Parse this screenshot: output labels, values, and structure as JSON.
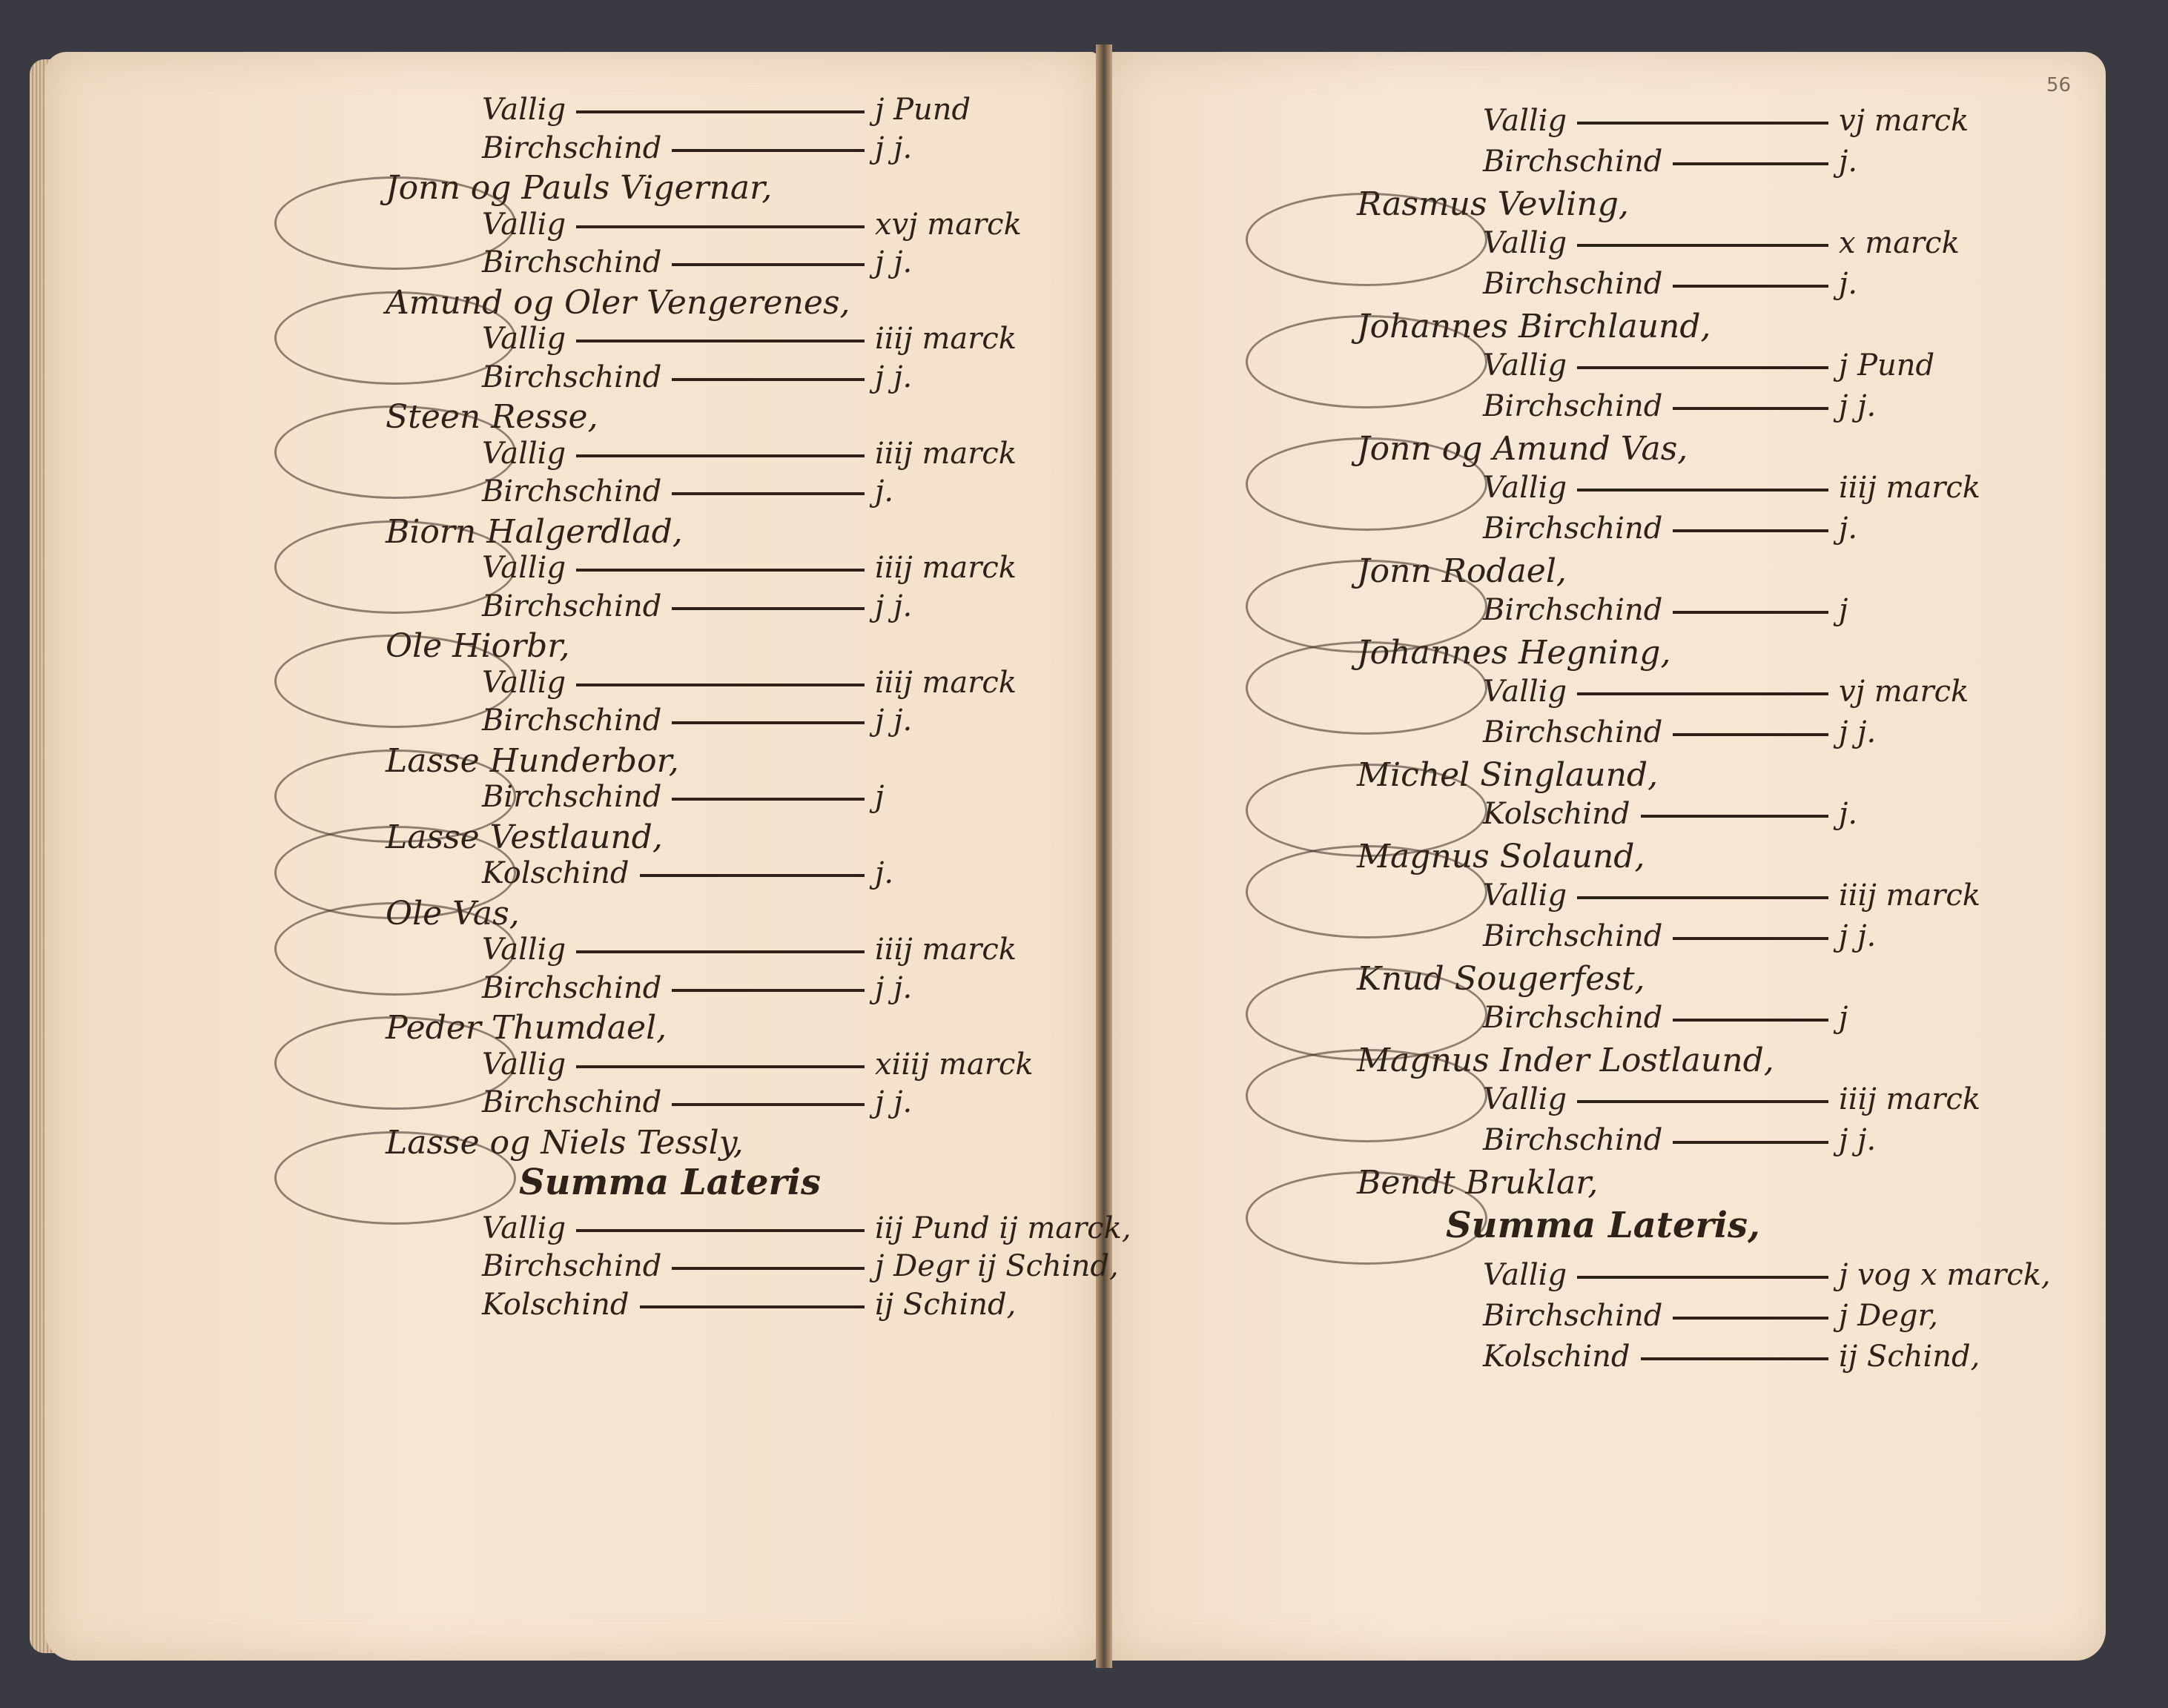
{
  "folio": "56",
  "left_page": {
    "lines": [
      {
        "label": "Vallig",
        "value": "j Pund",
        "kind": "item"
      },
      {
        "label": "Birchschind",
        "value": "j j.",
        "kind": "item"
      },
      {
        "label": "Jonn og Pauls Vigernar,",
        "kind": "head"
      },
      {
        "label": "Vallig",
        "value": "xvj marck",
        "kind": "item"
      },
      {
        "label": "Birchschind",
        "value": "j j.",
        "kind": "item"
      },
      {
        "label": "Amund og Oler Vengerenes,",
        "kind": "head"
      },
      {
        "label": "Vallig",
        "value": "iiij marck",
        "kind": "item"
      },
      {
        "label": "Birchschind",
        "value": "j j.",
        "kind": "item"
      },
      {
        "label": "Steen Resse,",
        "kind": "head"
      },
      {
        "label": "Vallig",
        "value": "iiij marck",
        "kind": "item"
      },
      {
        "label": "Birchschind",
        "value": "j.",
        "kind": "item"
      },
      {
        "label": "Biorn Halgerdlad,",
        "kind": "head"
      },
      {
        "label": "Vallig",
        "value": "iiij marck",
        "kind": "item"
      },
      {
        "label": "Birchschind",
        "value": "j j.",
        "kind": "item"
      },
      {
        "label": "Ole Hiorbr,",
        "kind": "head"
      },
      {
        "label": "Vallig",
        "value": "iiij marck",
        "kind": "item"
      },
      {
        "label": "Birchschind",
        "value": "j j.",
        "kind": "item"
      },
      {
        "label": "Lasse Hunderbor,",
        "kind": "head"
      },
      {
        "label": "Birchschind",
        "value": "j",
        "kind": "item"
      },
      {
        "label": "Lasse Vestlaund,",
        "kind": "head"
      },
      {
        "label": "Kolschind",
        "value": "j.",
        "kind": "item"
      },
      {
        "label": "Ole Vas,",
        "kind": "head"
      },
      {
        "label": "Vallig",
        "value": "iiij marck",
        "kind": "item"
      },
      {
        "label": "Birchschind",
        "value": "j j.",
        "kind": "item"
      },
      {
        "label": "Peder Thumdael,",
        "kind": "head"
      },
      {
        "label": "Vallig",
        "value": "xiiij marck",
        "kind": "item"
      },
      {
        "label": "Birchschind",
        "value": "j j.",
        "kind": "item"
      },
      {
        "label": "Lasse og Niels Tessly,",
        "kind": "head"
      },
      {
        "label": "Summa Lateris",
        "kind": "summa"
      },
      {
        "label": "Vallig",
        "value": "iij Pund ij marck,",
        "kind": "item"
      },
      {
        "label": "Birchschind",
        "value": "j Degr ij Schind,",
        "kind": "item"
      },
      {
        "label": "Kolschind",
        "value": "ij Schind,",
        "kind": "item"
      }
    ]
  },
  "right_page": {
    "lines": [
      {
        "label": "Vallig",
        "value": "vj marck",
        "kind": "item"
      },
      {
        "label": "Birchschind",
        "value": "j.",
        "kind": "item"
      },
      {
        "label": "Rasmus Vevling,",
        "kind": "head"
      },
      {
        "label": "Vallig",
        "value": "x marck",
        "kind": "item"
      },
      {
        "label": "Birchschind",
        "value": "j.",
        "kind": "item"
      },
      {
        "label": "Johannes Birchlaund,",
        "kind": "head"
      },
      {
        "label": "Vallig",
        "value": "j Pund",
        "kind": "item"
      },
      {
        "label": "Birchschind",
        "value": "j j.",
        "kind": "item"
      },
      {
        "label": "Jonn og Amund Vas,",
        "kind": "head"
      },
      {
        "label": "Vallig",
        "value": "iiij marck",
        "kind": "item"
      },
      {
        "label": "Birchschind",
        "value": "j.",
        "kind": "item"
      },
      {
        "label": "Jonn Rodael,",
        "kind": "head"
      },
      {
        "label": "Birchschind",
        "value": "j",
        "kind": "item"
      },
      {
        "label": "Johannes Hegning,",
        "kind": "head"
      },
      {
        "label": "Vallig",
        "value": "vj marck",
        "kind": "item"
      },
      {
        "label": "Birchschind",
        "value": "j j.",
        "kind": "item"
      },
      {
        "label": "Michel Singlaund,",
        "kind": "head"
      },
      {
        "label": "Kolschind",
        "value": "j.",
        "kind": "item"
      },
      {
        "label": "Magnus Solaund,",
        "kind": "head"
      },
      {
        "label": "Vallig",
        "value": "iiij marck",
        "kind": "item"
      },
      {
        "label": "Birchschind",
        "value": "j j.",
        "kind": "item"
      },
      {
        "label": "Knud Sougerfest,",
        "kind": "head"
      },
      {
        "label": "Birchschind",
        "value": "j",
        "kind": "item"
      },
      {
        "label": "Magnus Inder Lostlaund,",
        "kind": "head"
      },
      {
        "label": "Vallig",
        "value": "iiij marck",
        "kind": "item"
      },
      {
        "label": "Birchschind",
        "value": "j j.",
        "kind": "item"
      },
      {
        "label": "Bendt Bruklar,",
        "kind": "head"
      },
      {
        "label": "Summa Lateris,",
        "kind": "summa"
      },
      {
        "label": "Vallig",
        "value": "j vog x marck,",
        "kind": "item"
      },
      {
        "label": "Birchschind",
        "value": "j Degr,",
        "kind": "item"
      },
      {
        "label": "Kolschind",
        "value": "ij Schind,",
        "kind": "item"
      }
    ]
  }
}
